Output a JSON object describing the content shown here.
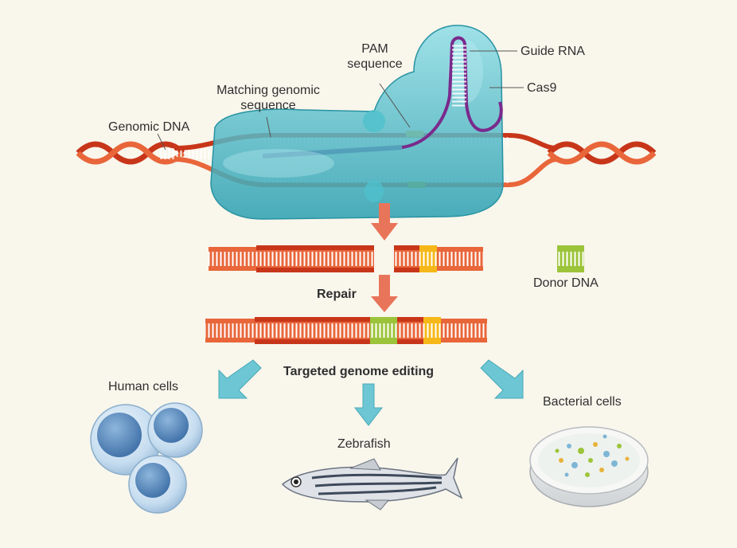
{
  "labels": {
    "pam": "PAM\nsequence",
    "guide_rna": "Guide RNA",
    "cas9": "Cas9",
    "matching": "Matching genomic\nsequence",
    "genomic_dna": "Genomic DNA",
    "donor_dna": "Donor DNA",
    "repair": "Repair",
    "targeted": "Targeted genome editing",
    "human_cells": "Human cells",
    "zebrafish": "Zebrafish",
    "bacterial_cells": "Bacterial cells"
  },
  "colors": {
    "background": "#f9f6ec",
    "dna_red": "#c8361a",
    "dna_orange": "#e8663a",
    "pam_yellow": "#f6b818",
    "donor_green": "#9cc43a",
    "cas9_teal": "#3fb6c4",
    "guide_purple": "#7a2a8c",
    "arrow_red": "#e8745a",
    "arrow_teal": "#6cc6d4"
  }
}
